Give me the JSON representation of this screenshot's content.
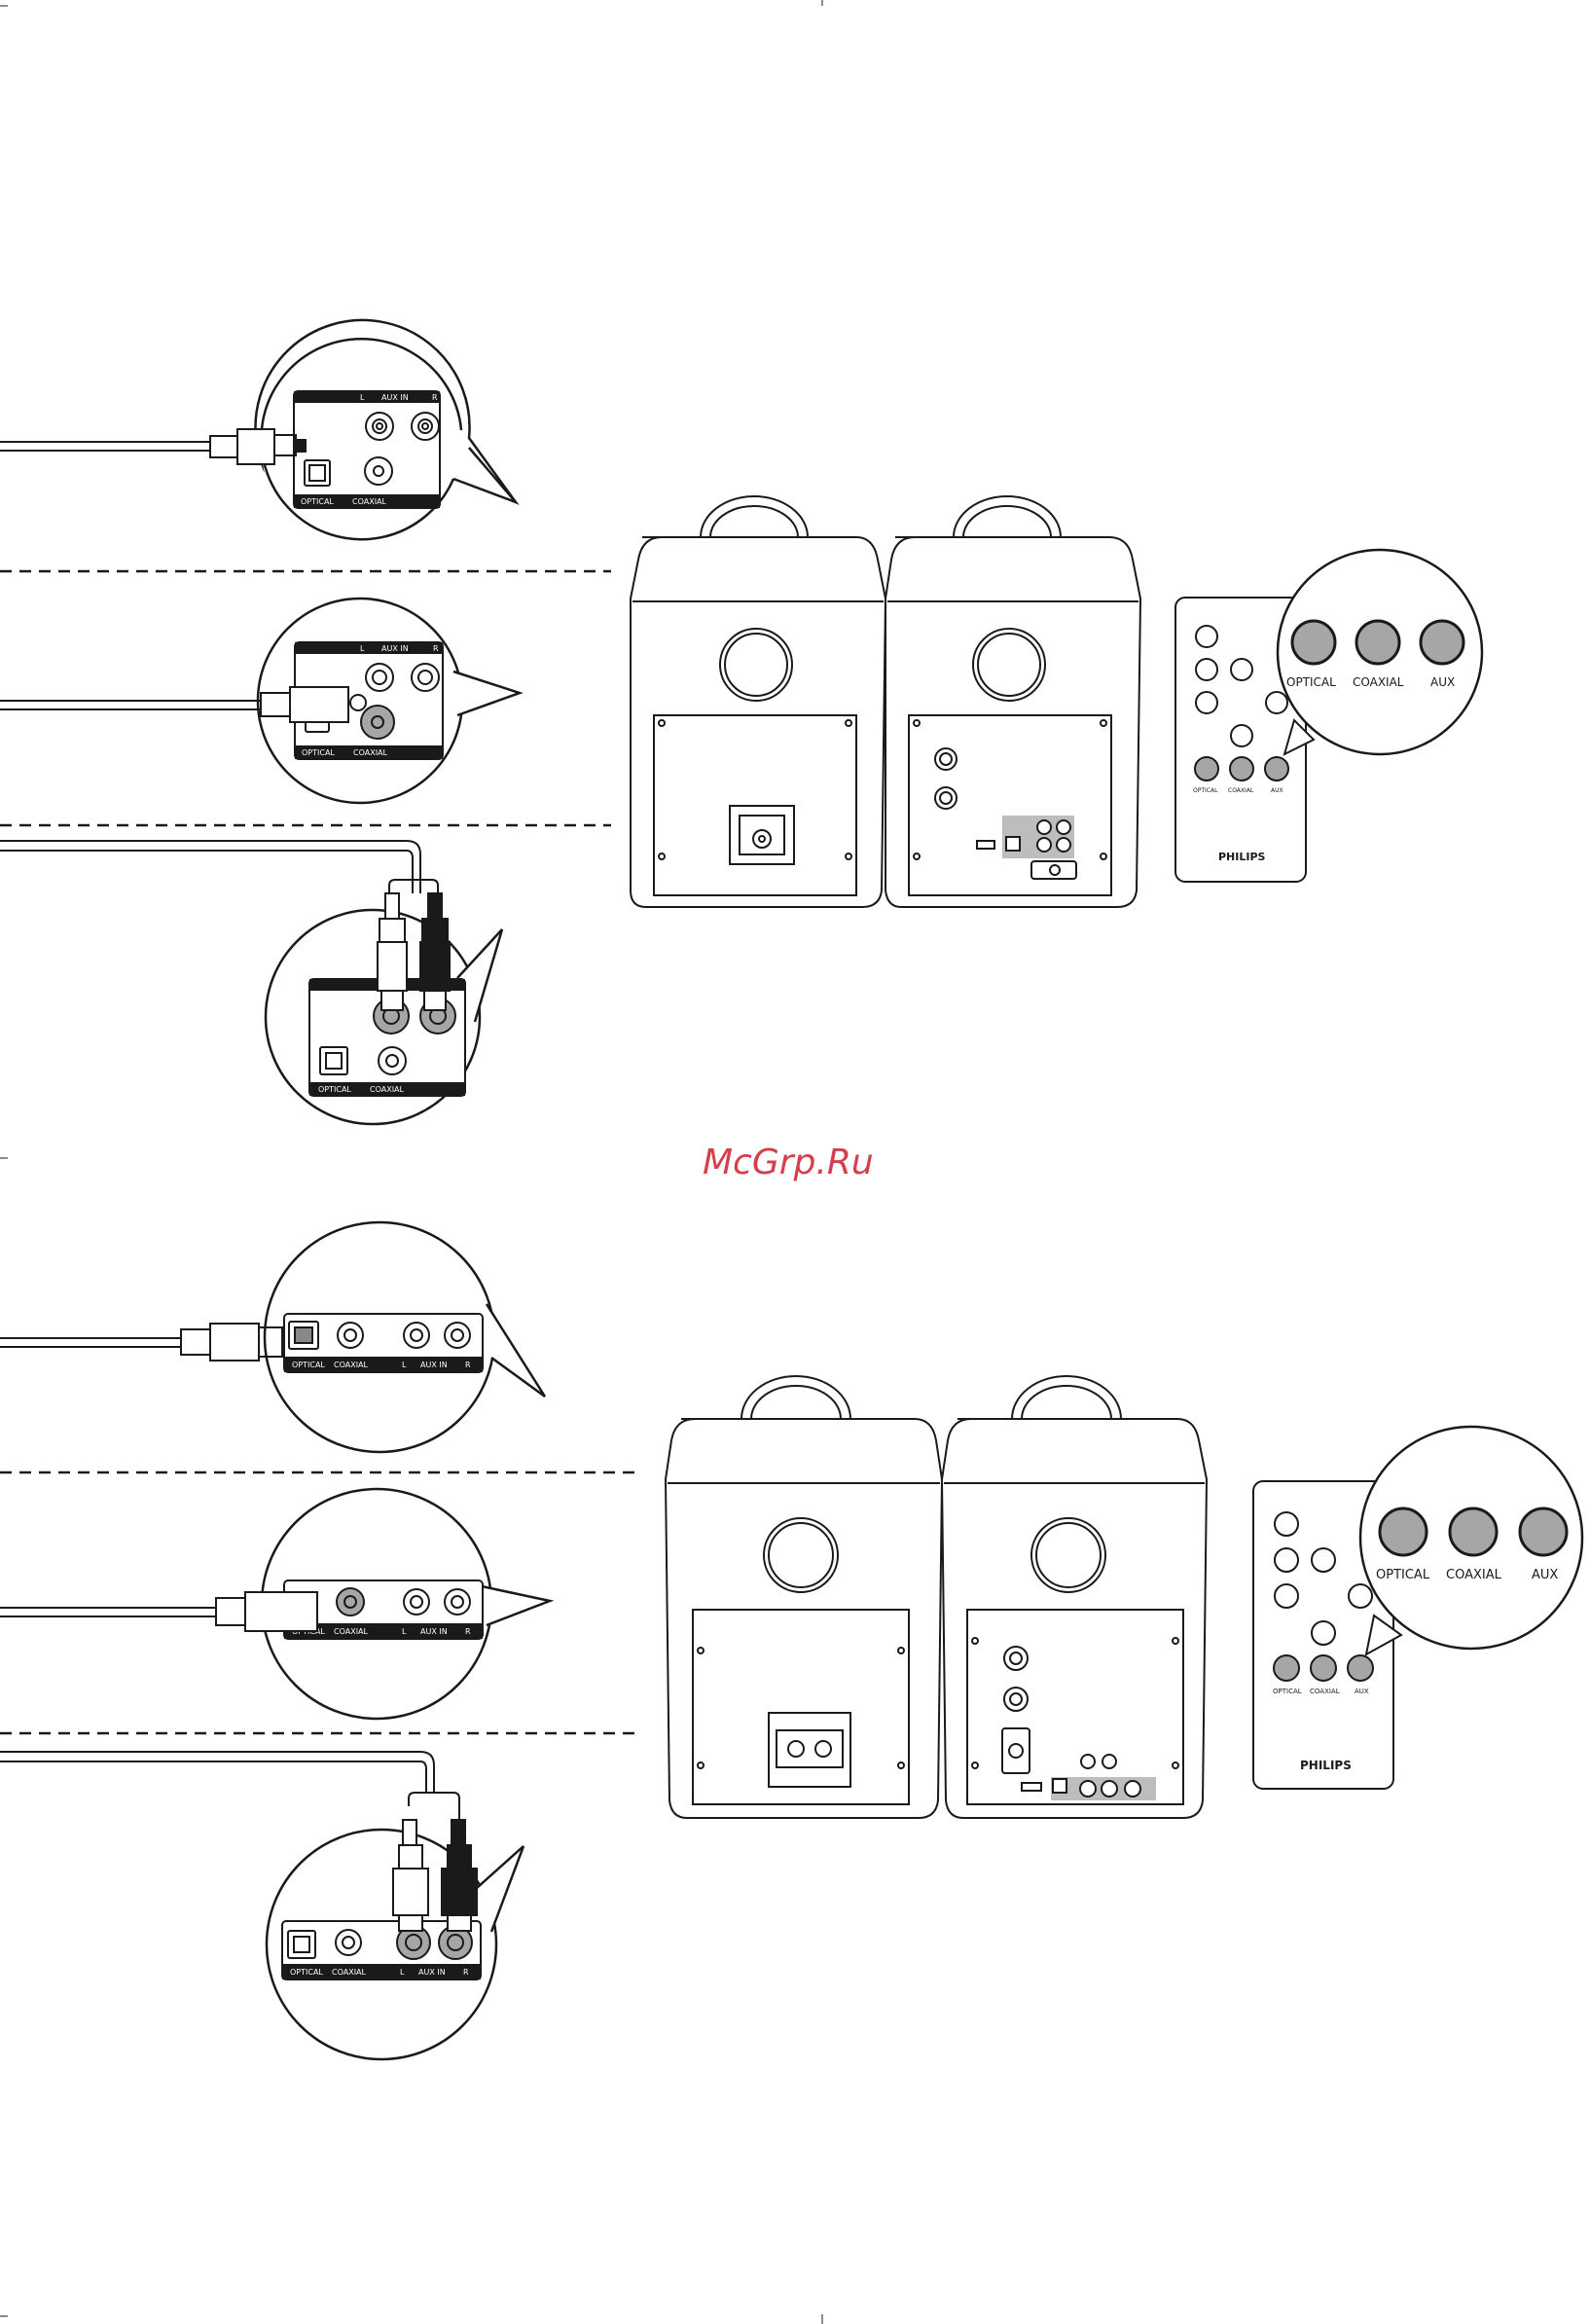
{
  "watermark": "McGrp.Ru",
  "colors": {
    "watermark": "#d3404a",
    "line": "#1a1a1a",
    "button_fill": "#a6a6a6"
  },
  "jack_panel": {
    "optical": "OPTICAL",
    "coaxial": "COAXIAL",
    "aux_in": "AUX IN",
    "left": "L",
    "right": "R"
  },
  "remote": {
    "brand": "PHILIPS",
    "source_buttons": [
      "OPTICAL",
      "COAXIAL",
      "AUX"
    ],
    "zoom_labels": [
      "OPTICAL",
      "COAXIAL",
      "AUX"
    ]
  },
  "top_section": {
    "connections": [
      "optical",
      "coaxial",
      "aux-in"
    ]
  },
  "bottom_section": {
    "connections": [
      "optical",
      "coaxial",
      "aux-in"
    ]
  }
}
